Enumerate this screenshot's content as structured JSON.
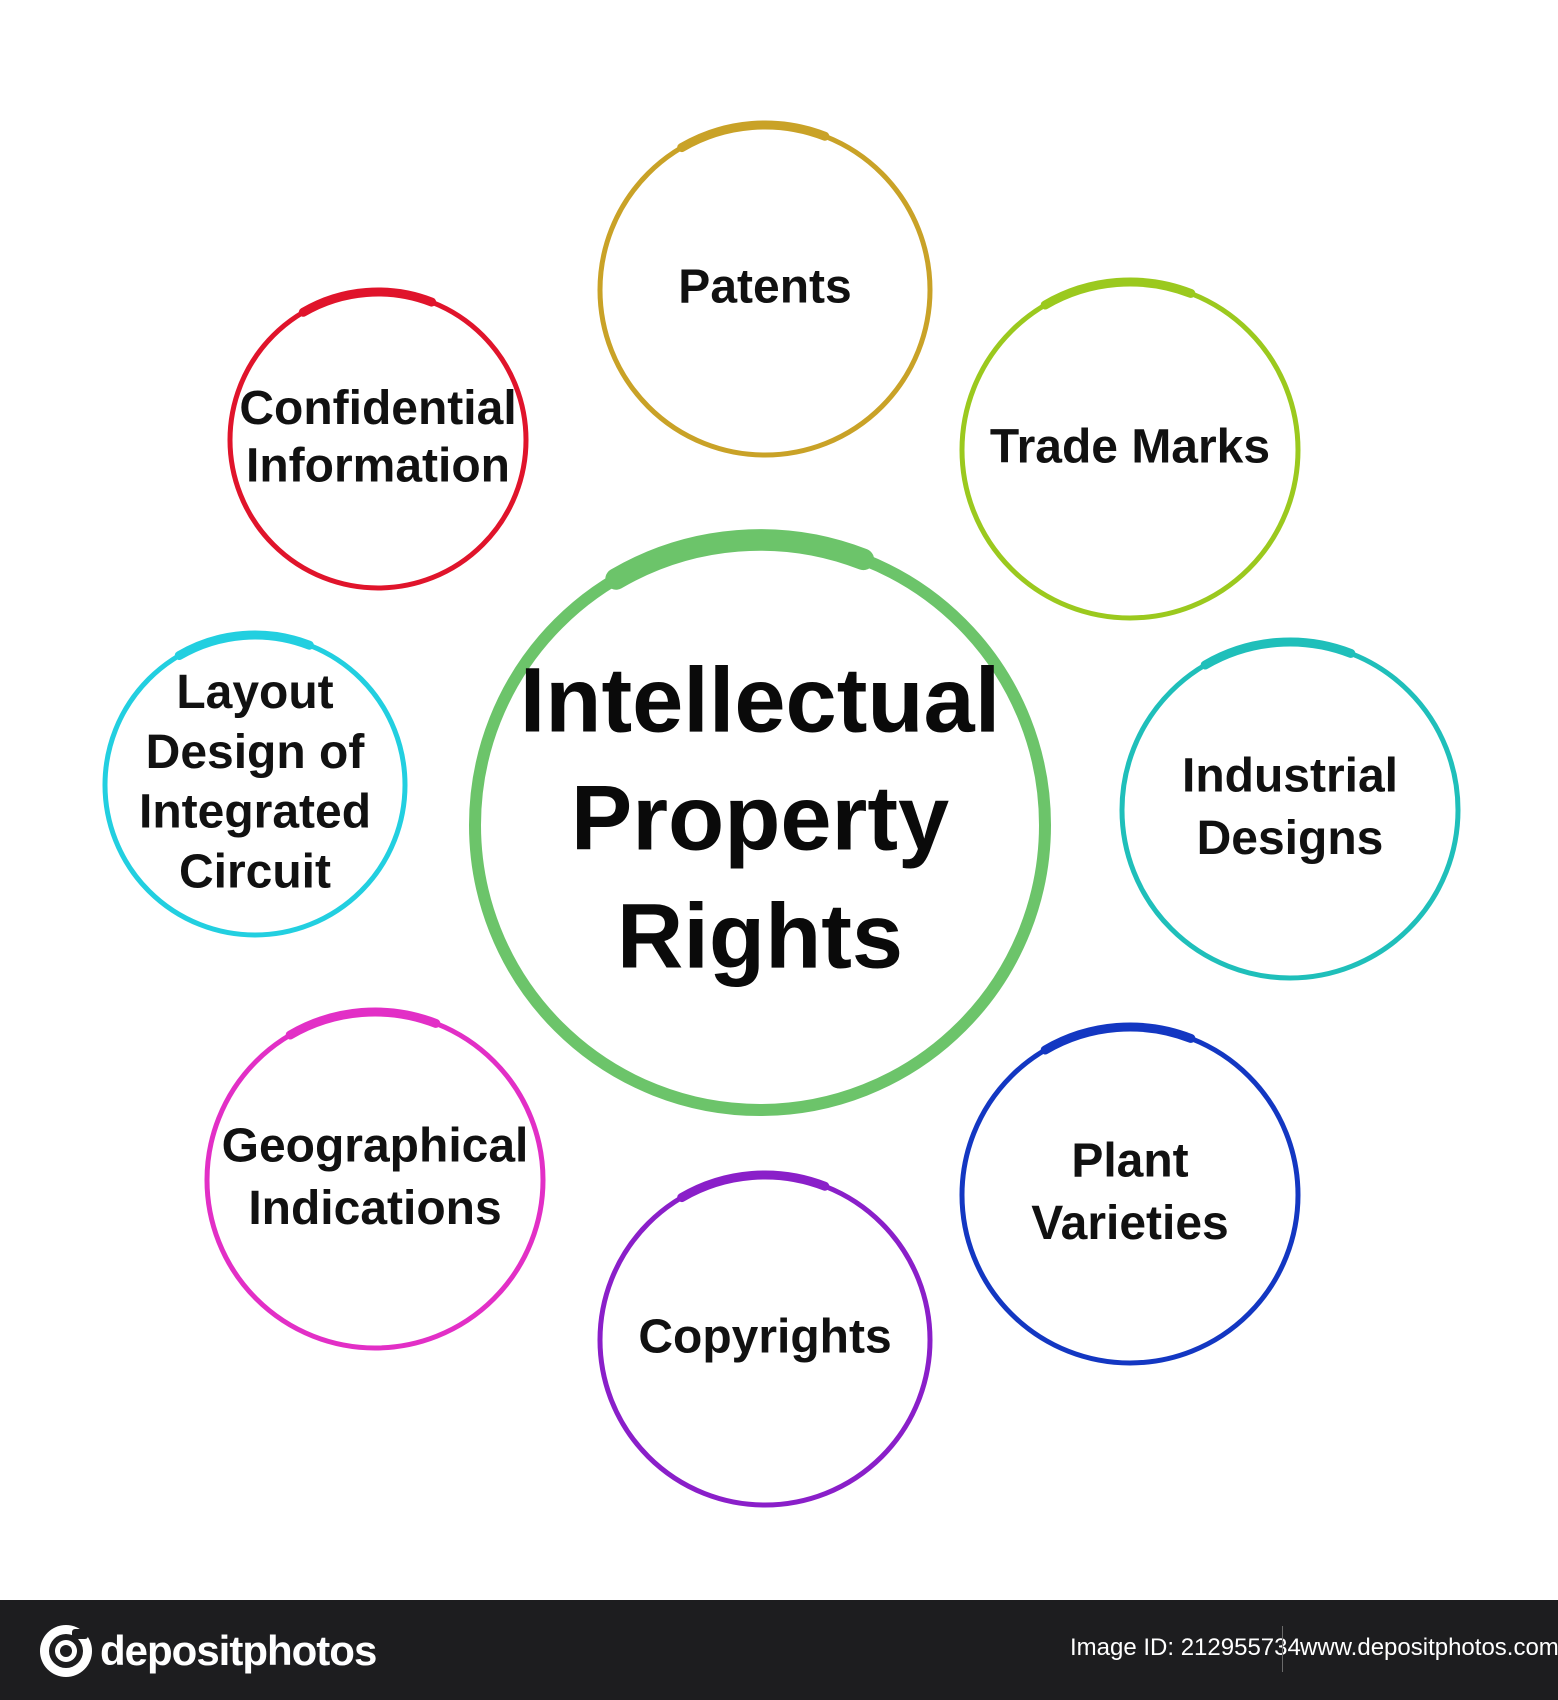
{
  "diagram": {
    "center": {
      "lines": [
        "Intellectual",
        "Property",
        "Rights"
      ],
      "color": "#6cc46a"
    },
    "nodes": [
      {
        "id": "patents",
        "lines": [
          "Patents"
        ],
        "color": "#c9a227"
      },
      {
        "id": "trade-marks",
        "lines": [
          "Trade Marks"
        ],
        "color": "#9bc91e"
      },
      {
        "id": "industrial-designs",
        "lines": [
          "Industrial",
          "Designs"
        ],
        "color": "#1fbfba"
      },
      {
        "id": "plant-varieties",
        "lines": [
          "Plant",
          "Varieties"
        ],
        "color": "#1337c2"
      },
      {
        "id": "copyrights",
        "lines": [
          "Copyrights"
        ],
        "color": "#8a1fc9"
      },
      {
        "id": "geographical-indications",
        "lines": [
          "Geographical",
          "Indications"
        ],
        "color": "#e22fc6"
      },
      {
        "id": "layout-design",
        "lines": [
          "Layout",
          "Design of",
          "Integrated",
          "Circuit"
        ],
        "color": "#22cfe0"
      },
      {
        "id": "confidential-information",
        "lines": [
          "Confidential",
          "Information"
        ],
        "color": "#e0142b"
      }
    ]
  },
  "footer": {
    "brand": "depositphotos",
    "image_id": "Image ID: 212955734",
    "url": "www.depositphotos.com"
  }
}
